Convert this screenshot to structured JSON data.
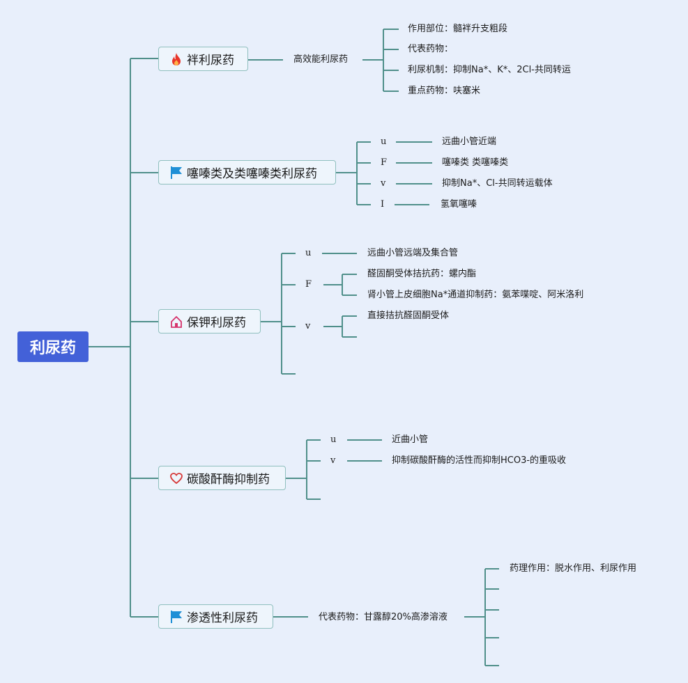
{
  "root": {
    "label": "利尿药"
  },
  "branches": [
    {
      "label": "袢利尿药",
      "icon": "fire-icon",
      "sub": "高效能利尿药",
      "leaves": [
        "作用部位：髓袢升支粗段",
        "代表药物：",
        "利尿机制：抑制Na*、K*、2Cl-共同转运",
        "重点药物：呋塞米"
      ]
    },
    {
      "label": "噻嗪类及类噻嗪类利尿药",
      "icon": "flag-icon",
      "rows": [
        {
          "tag": "u",
          "text": "远曲小管近端"
        },
        {
          "tag": "F",
          "text": "噻嗪类 类噻嗪类"
        },
        {
          "tag": "v",
          "text": "抑制Na*、Cl-共同转运载体"
        },
        {
          "tag": "I",
          "text": "氢氧噻嗪"
        }
      ]
    },
    {
      "label": "保钾利尿药",
      "icon": "house-icon",
      "rows": [
        {
          "tag": "u",
          "text": "远曲小管远端及集合管"
        },
        {
          "tag": "F",
          "items": [
            "醛固酮受体拮抗药：螺内酯",
            "肾小管上皮细胞Na*通道抑制药：氨苯喋啶、阿米洛利"
          ]
        },
        {
          "tag": "v",
          "items": [
            "直接拮抗醛固酮受体",
            ""
          ]
        }
      ]
    },
    {
      "label": "碳酸酐酶抑制药",
      "icon": "heart-icon",
      "rows": [
        {
          "tag": "u",
          "text": "近曲小管"
        },
        {
          "tag": "v",
          "text": "抑制碳酸酐酶的活性而抑制HCO3-的重吸收"
        }
      ]
    },
    {
      "label": "渗透性利尿药",
      "icon": "flag-icon",
      "sub": "代表药物：甘露醇20%高渗溶液",
      "leaves": [
        "药理作用：脱水作用、利尿作用"
      ]
    }
  ],
  "colors": {
    "line": "#4f8f8a",
    "root": "#4361d8",
    "background": "#e8effb"
  }
}
